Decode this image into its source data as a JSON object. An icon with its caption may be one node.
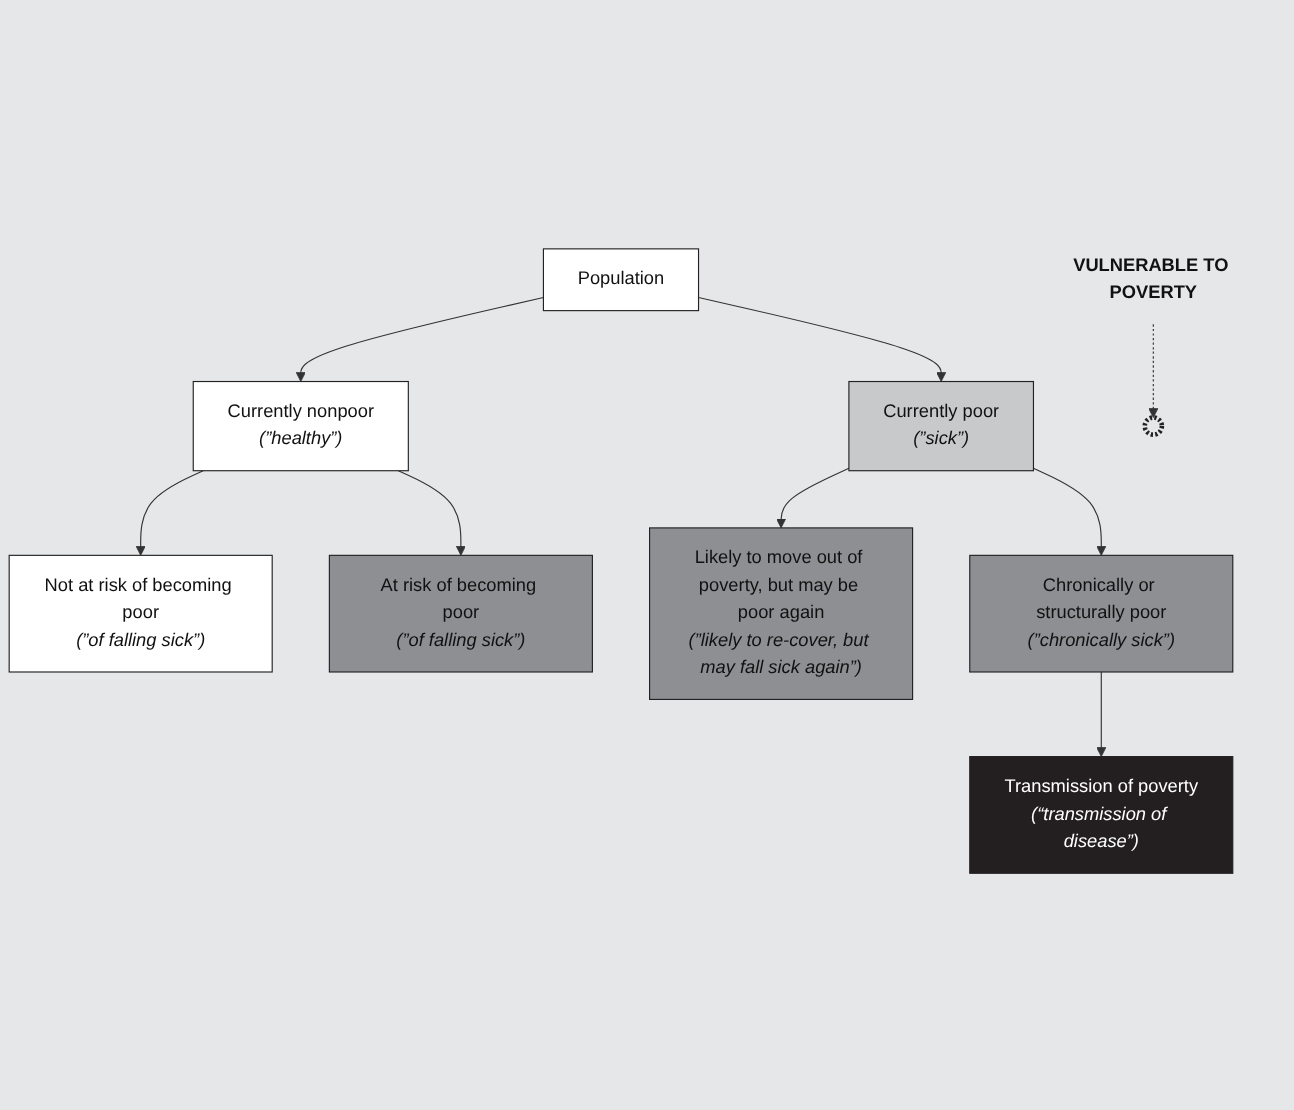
{
  "diagram": {
    "nodes": [
      {
        "text": [
          "Population"
        ]
      },
      {
        "text": [
          "Currently nonpoor",
          "(”healthy”)"
        ]
      },
      {
        "text": [
          "Currently poor",
          "(”sick”)"
        ]
      },
      {
        "text": [
          "Not at risk of becoming poor",
          "(”of falling sick”)"
        ]
      },
      {
        "text": [
          "At risk of becoming poor",
          "(”of falling sick”)"
        ]
      },
      {
        "text": [
          "Likely to move out of poverty, but may be poor again",
          "(”likely to re-cover, but may fall sick again”)"
        ]
      },
      {
        "text": [
          "Chronically or structurally poor",
          "(”chronically sick”)"
        ]
      },
      {
        "text": [
          "Transmission of poverty",
          "(“transmission of disease”)"
        ]
      },
      {
        "text": [
          "VULNERABLE TO POVERTY"
        ]
      },
      {
        "text": [],
        "shape": "ellipse"
      }
    ],
    "edges": [
      {
        "from": 0,
        "to": 1,
        "arrow": "to"
      },
      {
        "from": 0,
        "to": 2,
        "arrow": "to"
      },
      {
        "from": 1,
        "to": 3,
        "arrow": "to"
      },
      {
        "from": 1,
        "to": 4,
        "arrow": "to"
      },
      {
        "from": 2,
        "to": 5,
        "arrow": "to"
      },
      {
        "from": 2,
        "to": 6,
        "arrow": "to"
      },
      {
        "from": 6,
        "to": 7,
        "arrow": "to"
      },
      {
        "from": 8,
        "to": 9,
        "arrow": "to",
        "style": "dashed"
      }
    ]
  }
}
